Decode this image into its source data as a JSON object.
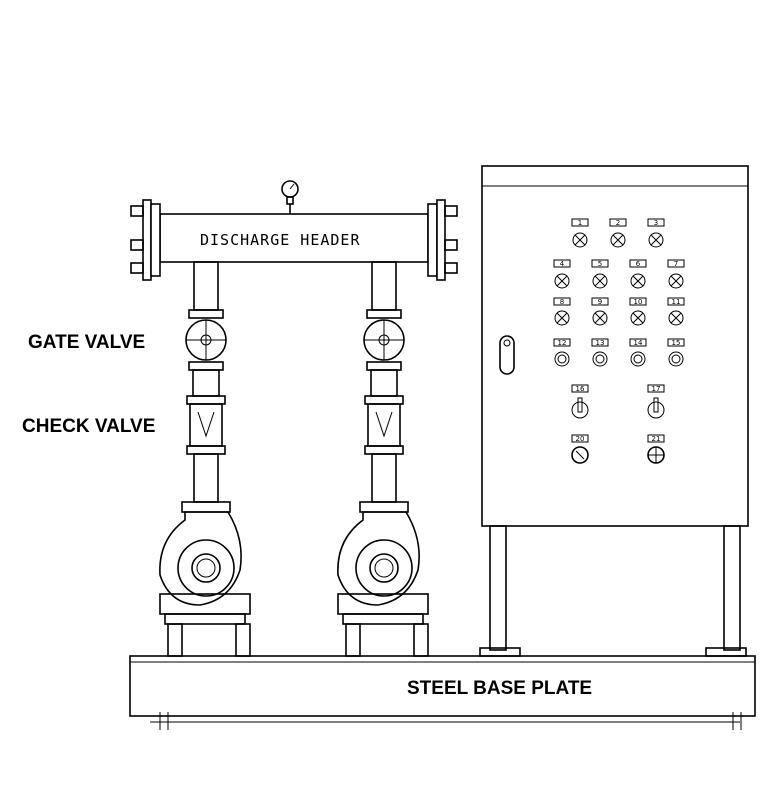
{
  "labels": {
    "discharge_header": "DISCHARGE HEADER",
    "gate_valve": "GATE VALVE",
    "check_valve": "CHECK VALVE",
    "steel_base_plate": "STEEL BASE PLATE"
  },
  "control_panel": {
    "lamp_row_1": [
      "1",
      "2",
      "3"
    ],
    "lamp_row_2": [
      "4",
      "5",
      "6",
      "7"
    ],
    "lamp_row_3": [
      "8",
      "9",
      "10",
      "11"
    ],
    "button_row": [
      "12",
      "13",
      "14",
      "15"
    ],
    "selector_switches": [
      "16",
      "17"
    ],
    "bottom_controls": [
      "20",
      "21"
    ]
  }
}
